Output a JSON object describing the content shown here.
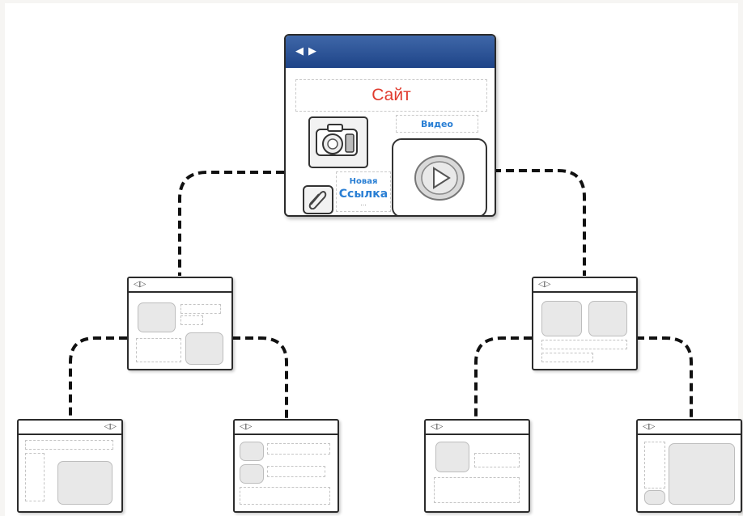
{
  "main_window": {
    "site_title": "Сайт",
    "video_label": "Видео",
    "link_line1": "Новая",
    "link_line2": "Ссылка",
    "link_dots": "...",
    "nav_arrows": [
      "◀",
      "▶"
    ],
    "icons": [
      "camera-icon",
      "play-icon",
      "paperclip-icon"
    ]
  },
  "pages": [
    {
      "id": "level1-left",
      "nav_icon": "◁▷"
    },
    {
      "id": "level1-right",
      "nav_icon": "◁▷"
    },
    {
      "id": "level2-a",
      "nav_icon": "◁▷"
    },
    {
      "id": "level2-b",
      "nav_icon": "◁▷"
    },
    {
      "id": "level2-c",
      "nav_icon": "◁▷"
    },
    {
      "id": "level2-d",
      "nav_icon": "◁▷"
    }
  ],
  "colors": {
    "titlebar": "#2b559b",
    "site_title": "#e03a2d",
    "link_text": "#2a7fd4",
    "placeholder": "#e8e8e8"
  }
}
